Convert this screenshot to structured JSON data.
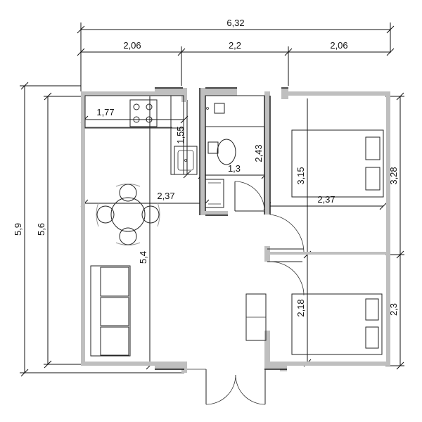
{
  "dimensions": {
    "overall_width": "6,32",
    "segment_left": "2,06",
    "segment_mid": "2,2",
    "segment_right": "2,06",
    "outer_height": "5,9",
    "inner_height": "5,6",
    "counter_width": "1,77",
    "kitchen_depth": "1,55",
    "bath_height": "2,43",
    "bath_width": "1,3",
    "living_width": "2,37",
    "living_height": "5,4",
    "bedroom1_height": "3,15",
    "bedroom1_width": "2,37",
    "bedroom1_outer_height": "3,28",
    "bedroom2_height": "2,18",
    "bedroom2_outer_height": "2,3"
  }
}
